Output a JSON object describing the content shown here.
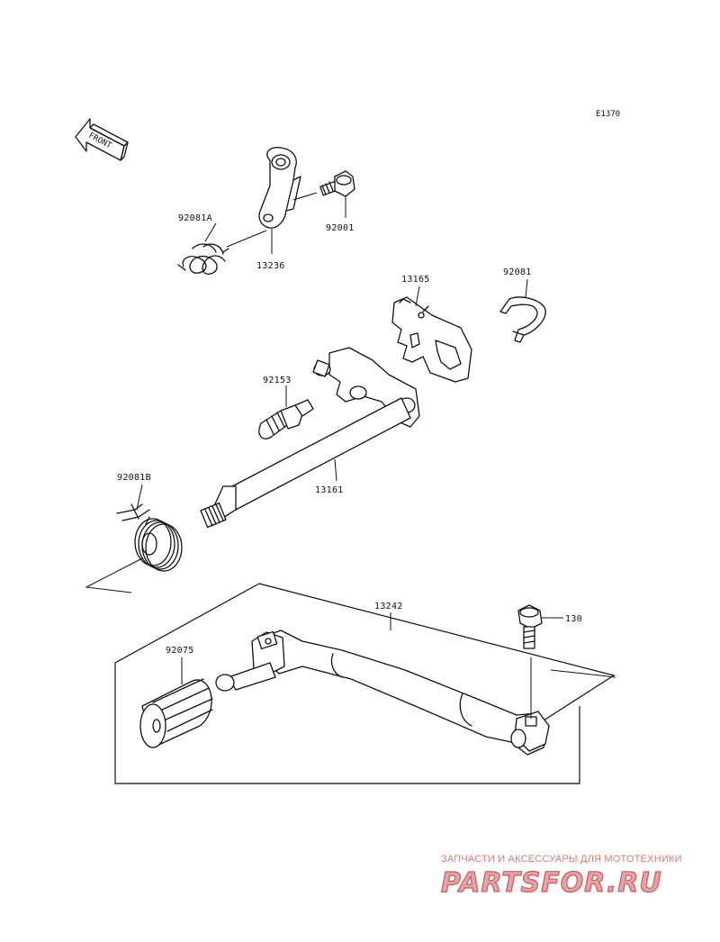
{
  "diagram": {
    "code": "E1370",
    "front_label": "FRONT",
    "parts": {
      "p92081a": "92081A",
      "p13236": "13236",
      "p92001": "92001",
      "p13165": "13165",
      "p92081": "92081",
      "p92153": "92153",
      "p13161": "13161",
      "p92081b": "92081B",
      "p13242": "13242",
      "p130": "130",
      "p92075": "92075"
    }
  },
  "watermark": {
    "tagline": "ЗАПЧАСТИ И АКСЕССУАРЫ ДЛЯ МОТОТЕХНИКИ",
    "logo": "PARTSFOR.RU",
    "color": "#d77a7a"
  }
}
